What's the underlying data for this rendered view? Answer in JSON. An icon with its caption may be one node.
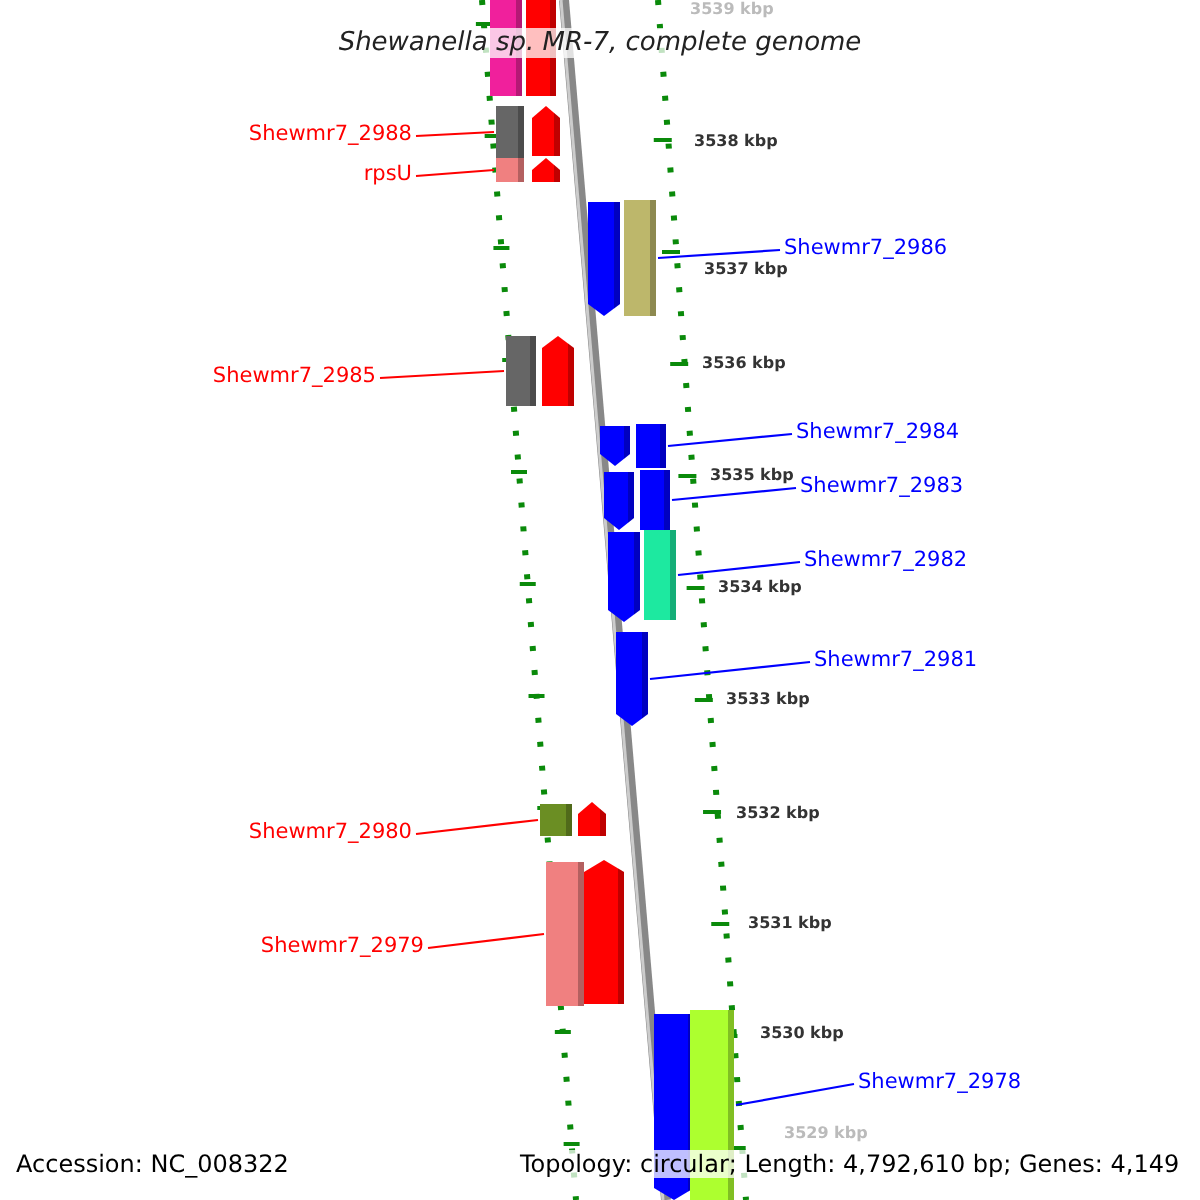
{
  "diagram": {
    "title": "Shewanella sp. MR-7, complete genome",
    "nodes": [
      {
        "text": [
          "Shewmr7_2988"
        ]
      },
      {
        "text": [
          "rpsU"
        ]
      },
      {
        "text": [
          "Shewmr7_2986"
        ]
      },
      {
        "text": [
          "Shewmr7_2985"
        ]
      },
      {
        "text": [
          "Shewmr7_2984"
        ]
      },
      {
        "text": [
          "Shewmr7_2983"
        ]
      },
      {
        "text": [
          "Shewmr7_2982"
        ]
      },
      {
        "text": [
          "Shewmr7_2981"
        ]
      },
      {
        "text": [
          "Shewmr7_2980"
        ]
      },
      {
        "text": [
          "Shewmr7_2979"
        ]
      },
      {
        "text": [
          "Shewmr7_2978"
        ]
      },
      {
        "text": [],
        "shape": "bar"
      },
      {
        "text": [],
        "shape": "bar"
      },
      {
        "text": [],
        "shape": "bar"
      },
      {
        "text": [],
        "shape": "pentagon"
      },
      {
        "text": [],
        "shape": "bar"
      },
      {
        "text": [],
        "shape": "pentagon"
      },
      {
        "text": [],
        "shape": "pentagon"
      },
      {
        "text": [],
        "shape": "bar"
      },
      {
        "text": [],
        "shape": "bar"
      },
      {
        "text": [],
        "shape": "pentagon"
      },
      {
        "text": [],
        "shape": "pentagon"
      },
      {
        "text": [],
        "shape": "bar"
      },
      {
        "text": [],
        "shape": "pentagon"
      },
      {
        "text": [],
        "shape": "bar"
      },
      {
        "text": [],
        "shape": "pentagon"
      },
      {
        "text": [],
        "shape": "bar"
      },
      {
        "text": [],
        "shape": "pentagon"
      },
      {
        "text": [],
        "shape": "bar"
      },
      {
        "text": [],
        "shape": "pentagon"
      },
      {
        "text": [],
        "shape": "bar"
      },
      {
        "text": [],
        "shape": "pentagon"
      },
      {
        "text": [],
        "shape": "pentagon"
      },
      {
        "text": [],
        "shape": "bar"
      }
    ],
    "edges": [
      {
        "from": 0,
        "to": 13,
        "arrow": "none",
        "color": "#ff0000"
      },
      {
        "from": 1,
        "to": 15,
        "arrow": "none",
        "color": "#ff0000"
      },
      {
        "from": 2,
        "to": 18,
        "arrow": "none"
      },
      {
        "from": 3,
        "to": 19,
        "arrow": "none",
        "color": "#ff0000"
      },
      {
        "from": 4,
        "to": 22,
        "arrow": "none"
      },
      {
        "from": 5,
        "to": 24,
        "arrow": "none"
      },
      {
        "from": 6,
        "to": 26,
        "arrow": "none"
      },
      {
        "from": 7,
        "to": 27,
        "arrow": "none"
      },
      {
        "from": 8,
        "to": 28,
        "arrow": "none",
        "color": "#ff0000"
      },
      {
        "from": 9,
        "to": 30,
        "arrow": "none",
        "color": "#ff0000"
      },
      {
        "from": 10,
        "to": 33,
        "arrow": "none"
      }
    ],
    "labels": [
      "3539 kbp",
      "3538 kbp",
      "3537 kbp",
      "3536 kbp",
      "3535 kbp",
      "3534 kbp",
      "3533 kbp",
      "3532 kbp",
      "3531 kbp",
      "3530 kbp",
      "3529 kbp",
      "Accession: NC_008322",
      "Topology: circular; Length: 4,792,610 bp; Genes: 4,149"
    ]
  }
}
